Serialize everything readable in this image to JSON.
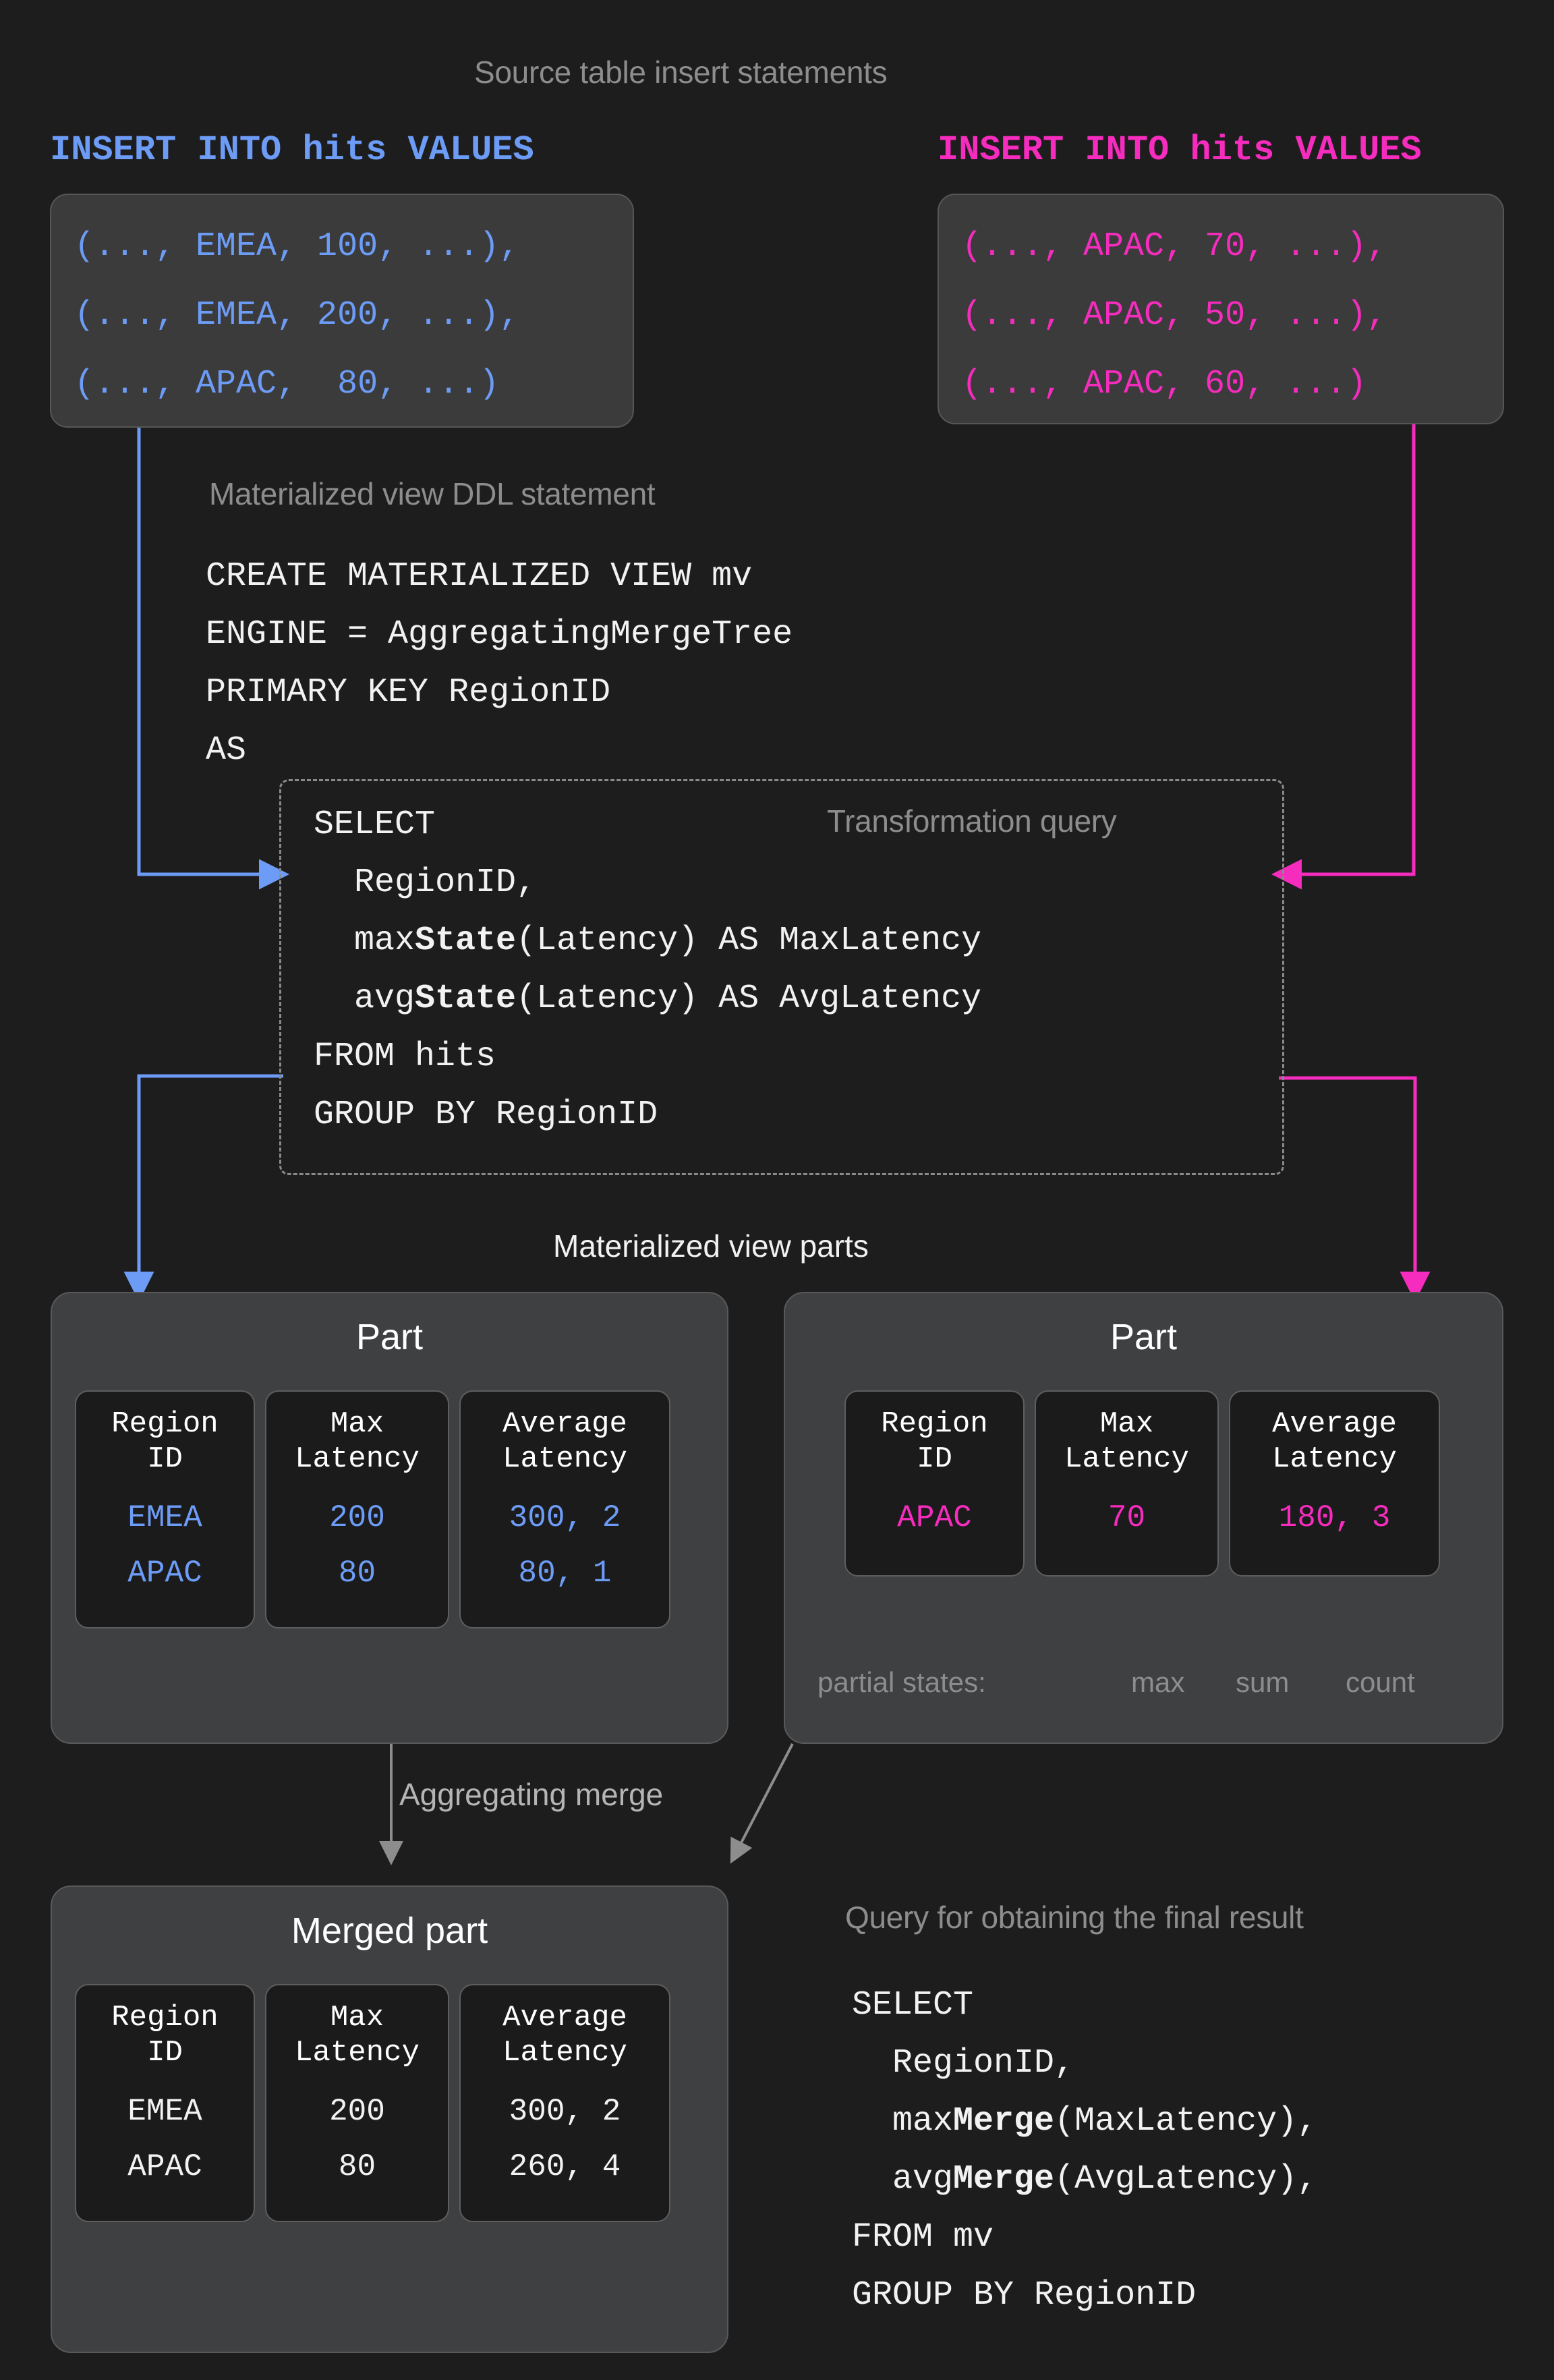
{
  "titles": {
    "source_inserts": "Source table insert statements",
    "mv_ddl": "Materialized view DDL statement",
    "transformation_query": "Transformation query",
    "mv_parts": "Materialized view parts",
    "aggregating_merge": "Aggregating merge",
    "final_query": "Query for obtaining the final result"
  },
  "colors": {
    "blue": "#6d9cf7",
    "pink": "#f62cbe",
    "caption_grey": "#8d8d8d",
    "white": "#f2f2f2",
    "page_bg": "#1d1d1d",
    "box_bg": "#3b3b3b",
    "part_bg": "#3f4042",
    "cell_bg": "#1b1b1b"
  },
  "insert_left": {
    "header": "INSERT INTO hits VALUES",
    "rows": [
      "(..., EMEA, 100, ...),",
      "(..., EMEA, 200, ...),",
      "(..., APAC,  80, ...)"
    ]
  },
  "insert_right": {
    "header": "INSERT INTO hits VALUES",
    "rows": [
      "(..., APAC, 70, ...),",
      "(..., APAC, 50, ...),",
      "(..., APAC, 60, ...)"
    ]
  },
  "ddl": {
    "lines": [
      "CREATE MATERIALIZED VIEW mv",
      "ENGINE = AggregatingMergeTree",
      "PRIMARY KEY RegionID",
      "AS"
    ]
  },
  "transform_query": {
    "line1": "SELECT",
    "line2": "  RegionID,",
    "line3_pre": "  max",
    "line3_bold": "State",
    "line3_post": "(Latency) AS MaxLatency",
    "line4_pre": "  avg",
    "line4_bold": "State",
    "line4_post": "(Latency) AS AvgLatency",
    "line5": "FROM hits",
    "line6": "GROUP BY RegionID"
  },
  "part_left": {
    "title": "Part",
    "columns": [
      "Region\nID",
      "Max\nLatency",
      "Average\nLatency"
    ],
    "rows": [
      [
        "EMEA",
        "200",
        "300, 2"
      ],
      [
        "APAC",
        "80",
        "80, 1"
      ]
    ]
  },
  "part_right": {
    "title": "Part",
    "columns": [
      "Region\nID",
      "Max\nLatency",
      "Average\nLatency"
    ],
    "rows": [
      [
        "APAC",
        "70",
        "180, 3"
      ]
    ],
    "partial_states_label": "partial states:",
    "partial_states": [
      "max",
      "sum",
      "count"
    ]
  },
  "merged_part": {
    "title": "Merged part",
    "columns": [
      "Region\nID",
      "Max\nLatency",
      "Average\nLatency"
    ],
    "rows": [
      [
        "EMEA",
        "200",
        "300, 2"
      ],
      [
        "APAC",
        "80",
        "260, 4"
      ]
    ]
  },
  "final_query": {
    "line1": "SELECT",
    "line2": "  RegionID,",
    "line3_pre": "  max",
    "line3_bold": "Merge",
    "line3_post": "(MaxLatency),",
    "line4_pre": "  avg",
    "line4_bold": "Merge",
    "line4_post": "(AvgLatency),",
    "line5": "FROM mv",
    "line6": "GROUP BY RegionID"
  }
}
